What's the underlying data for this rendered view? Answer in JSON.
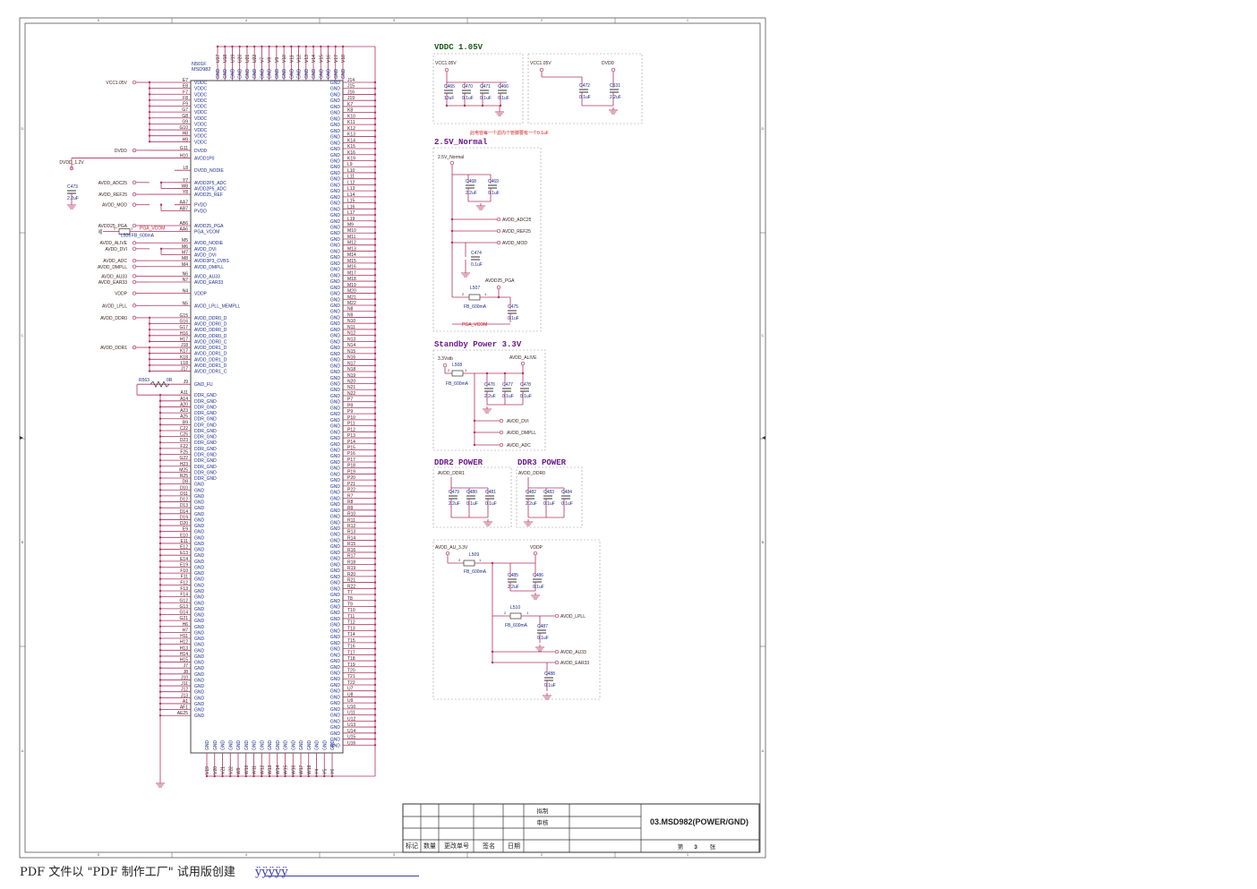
{
  "footer": {
    "text": "PDF 文件以 \"PDF 制作工厂\" 试用版创建",
    "link": "ÿÿÿÿÿ"
  },
  "frame": {
    "top_cols": [
      "5",
      "4",
      "3",
      "2",
      "1"
    ],
    "side_rows": [
      "D",
      "C",
      "B",
      "A"
    ]
  },
  "ic": {
    "ref": "N501F",
    "part": "MSD982"
  },
  "left_pins": [
    {
      "pin": "E7",
      "name": "VDDC"
    },
    {
      "pin": "E8",
      "name": "VDDC"
    },
    {
      "pin": "F7",
      "name": "VDDC"
    },
    {
      "pin": "F8",
      "name": "VDDC"
    },
    {
      "pin": "F9",
      "name": "VDDC"
    },
    {
      "pin": "G7",
      "name": "VDDC"
    },
    {
      "pin": "G8",
      "name": "VDDC"
    },
    {
      "pin": "G9",
      "name": "VDDC"
    },
    {
      "pin": "G10",
      "name": "VDDC"
    },
    {
      "pin": "H8",
      "name": "VDDC"
    },
    {
      "pin": "H9",
      "name": "VDDC"
    },
    {
      "pin": "G11",
      "name": "DVDD"
    },
    {
      "pin": "H10",
      "name": "AVDD1P0"
    },
    {
      "pin": "L8",
      "name": "DVDD_NODIE"
    },
    {
      "pin": "Y7",
      "name": "AVDD2P5_ADC"
    },
    {
      "pin": "W8",
      "name": "AVDD2P5_ADC"
    },
    {
      "pin": "Y8",
      "name": "AVDD25_REF"
    },
    {
      "pin": "AA7",
      "name": "PVDD"
    },
    {
      "pin": "AB7",
      "name": "PVDD"
    },
    {
      "pin": "AB6",
      "name": "AVDD25_PGA"
    },
    {
      "pin": "AA6",
      "name": "PGA_VCOM"
    },
    {
      "pin": "M5",
      "name": "AVDD_NODIE"
    },
    {
      "pin": "M6",
      "name": "AVDD_DVI"
    },
    {
      "pin": "M7",
      "name": "AVDD_DVI"
    },
    {
      "pin": "M8",
      "name": "AVDD3P3_CVBS"
    },
    {
      "pin": "M4",
      "name": "AVDD_DMPLL"
    },
    {
      "pin": "N6",
      "name": "AVDD_AU33"
    },
    {
      "pin": "N7",
      "name": "AVDD_EAR33"
    },
    {
      "pin": "N4",
      "name": "VDDP"
    },
    {
      "pin": "N5",
      "name": "AVDD_LPLL_MEMPLL"
    },
    {
      "pin": "G15",
      "name": "AVDD_DDR0_D"
    },
    {
      "pin": "G16",
      "name": "AVDD_DDR0_D"
    },
    {
      "pin": "G17",
      "name": "AVDD_DDR0_D"
    },
    {
      "pin": "H16",
      "name": "AVDD_DDR0_D"
    },
    {
      "pin": "H17",
      "name": "AVDD_DDR0_C"
    },
    {
      "pin": "J18",
      "name": "AVDD_DDR1_D"
    },
    {
      "pin": "K17",
      "name": "AVDD_DDR1_D"
    },
    {
      "pin": "K18",
      "name": "AVDD_DDR1_D"
    },
    {
      "pin": "L18",
      "name": "AVDD_DDR1_D"
    },
    {
      "pin": "J17",
      "name": "AVDD_DDR1_C"
    },
    {
      "pin": "J9",
      "name": "GND_FU"
    }
  ],
  "ddr_gnd_pins": [
    "A11",
    "A14",
    "A20",
    "A23",
    "A25",
    "B9",
    "C22",
    "C25",
    "D23",
    "F22",
    "F25",
    "G22",
    "H23",
    "M25",
    "R25"
  ],
  "gnd_pins_left": [
    "D8",
    "D10",
    "D11",
    "D12",
    "D13",
    "D14",
    "D19",
    "D20",
    "E9",
    "E10",
    "E11",
    "E12",
    "E13",
    "E14",
    "E19",
    "F10",
    "F11",
    "F12",
    "F13",
    "F14",
    "G12",
    "G13",
    "G14",
    "G21",
    "H6",
    "H7",
    "H11",
    "H12",
    "H13",
    "H14",
    "H15",
    "J7",
    "J8",
    "J10",
    "J11",
    "J12",
    "J13",
    "A1",
    "AF1",
    "AE25"
  ],
  "right_pins": [
    "J14",
    "J15",
    "J16",
    "J19",
    "K7",
    "K8",
    "K10",
    "K11",
    "K12",
    "K13",
    "K14",
    "K15",
    "K16",
    "K19",
    "L9",
    "L10",
    "L11",
    "L12",
    "L13",
    "L14",
    "L15",
    "L16",
    "L17",
    "L19",
    "M9",
    "M10",
    "M11",
    "M12",
    "M13",
    "M14",
    "M15",
    "M16",
    "M17",
    "M18",
    "M19",
    "M20",
    "M21",
    "M22",
    "N8",
    "N9",
    "N10",
    "N11",
    "N12",
    "N13",
    "N14",
    "N15",
    "N16",
    "N17",
    "N18",
    "N19",
    "N20",
    "N21",
    "N22",
    "P7",
    "P8",
    "P9",
    "P10",
    "P11",
    "P12",
    "P13",
    "P14",
    "P15",
    "P16",
    "P17",
    "P18",
    "P19",
    "P20",
    "P21",
    "P22",
    "R7",
    "R8",
    "R9",
    "R10",
    "R11",
    "R12",
    "R13",
    "R14",
    "R15",
    "R16",
    "R17",
    "R18",
    "R19",
    "R20",
    "R21",
    "R22",
    "T7",
    "T8",
    "T9",
    "T10",
    "T11",
    "T12",
    "T13",
    "T14",
    "T15",
    "T16",
    "T17",
    "T18",
    "T19",
    "T20",
    "T21",
    "T22",
    "U7",
    "U8",
    "U9",
    "U10",
    "U11",
    "U12",
    "U13",
    "U14",
    "U15",
    "U16"
  ],
  "top_pins": [
    "U17",
    "U18",
    "U19",
    "U20",
    "U21",
    "U22",
    "V7",
    "V8",
    "V9",
    "V10",
    "V11",
    "V12",
    "V13",
    "V14",
    "V15",
    "V16",
    "V17",
    "V18"
  ],
  "bottom_pins": [
    "V19",
    "V20",
    "V21",
    "V22",
    "W9",
    "W10",
    "W11",
    "W12",
    "W13",
    "W14",
    "W15",
    "W16",
    "W17",
    "W18",
    "Y4",
    "Y5",
    "Y6"
  ],
  "left_nets": [
    {
      "label": "VCC1.05V",
      "row": 0
    },
    {
      "label": "DVDD",
      "row": 11
    },
    {
      "label": "AVDD_ADC25",
      "row": 14
    },
    {
      "label": "AVDD_REF25",
      "row": 16
    },
    {
      "label": "AVDD_MOD",
      "row": 17
    },
    {
      "label": "AVDD25_PGA",
      "row": 19
    },
    {
      "label": "AVDD_ALIVE",
      "row": 21
    },
    {
      "label": "AVDD_DVI",
      "row": 22
    },
    {
      "label": "AVDD_ADC",
      "row": 24
    },
    {
      "label": "AVDD_DMPLL",
      "row": 25
    },
    {
      "label": "AVDD_AU33",
      "row": 26
    },
    {
      "label": "AVDD_EAR33",
      "row": 27
    },
    {
      "label": "VDDP",
      "row": 28
    },
    {
      "label": "AVDD_LPLL",
      "row": 29
    },
    {
      "label": "AVDD_DDR0",
      "row": 30
    },
    {
      "label": "AVDD_DDR1",
      "row": 35
    }
  ],
  "left_misc": {
    "dvdd12": "DVDD_1.2V",
    "c473": "C473",
    "c473v": "2.2uF",
    "l506": "L506",
    "l506v": "FB_600mA",
    "pga_vcom": "PGA_VCOM",
    "r563": "R563",
    "r563v": "0R",
    "pin2": "2",
    "pin1": "1"
  },
  "sections": {
    "vddc": {
      "title": "VDDC 1.05V",
      "net": "VCC1.05V",
      "net2": "VCC1.05V",
      "net3": "DVDD",
      "caps": [
        [
          "C465",
          "10uF"
        ],
        [
          "C470",
          "0.1uF"
        ],
        [
          "C471",
          "0.1uF"
        ],
        [
          "C466",
          "0.1uF"
        ]
      ],
      "caps2": [
        [
          "C472",
          "0.1uF"
        ],
        [
          "C531",
          "2.2uF"
        ]
      ],
      "note": "此电容每一个滤内个管脚要有一个0.1uF"
    },
    "v25": {
      "title": "2.5V_Normal",
      "net": "2.5V_Normal",
      "caps": [
        [
          "C468",
          "2.2uF"
        ],
        [
          "C469",
          "0.1uF"
        ]
      ],
      "c474": [
        "C474",
        "0.1uF"
      ],
      "outs": [
        "AVDD_ADC25",
        "AVDD_REF25",
        "AVDD_MOD"
      ],
      "pga": "AVDD25_PGA",
      "l507": [
        "L507",
        "FB_600mA"
      ],
      "c475": [
        "C475",
        "0.1uF"
      ],
      "vcom": "PGA_VCOM",
      "p2": "2",
      "p1": "1"
    },
    "stby": {
      "title": "Standby Power 3.3V",
      "net": "3.3Vstb",
      "alive": "AVDD_ALIVE",
      "l508": [
        "L508",
        "FB_600mA"
      ],
      "caps": [
        [
          "C476",
          "2.2uF"
        ],
        [
          "C477",
          "0.1uF"
        ],
        [
          "C478",
          "0.1uF"
        ]
      ],
      "outs": [
        "AVDD_DVI",
        "AVDD_DMPLL",
        "AVDD_ADC"
      ],
      "p2": "2",
      "p1": "1"
    },
    "ddr2": {
      "title": "DDR2 POWER",
      "net": "AVDD_DDR1",
      "caps": [
        [
          "C479",
          "2.2uF"
        ],
        [
          "C480",
          "0.1uF"
        ],
        [
          "C481",
          "0.1uF"
        ]
      ]
    },
    "ddr3": {
      "title": "DDR3 POWER",
      "net": "AVDD_DDR0",
      "caps": [
        [
          "C482",
          "2.2uF"
        ],
        [
          "C483",
          "0.1uF"
        ],
        [
          "C484",
          "0.1uF"
        ]
      ]
    },
    "au": {
      "net": "AVDD_AU_3.3V",
      "vddp": "VDDP",
      "l509": [
        "L509",
        "FB_600mA"
      ],
      "c485": [
        "C485",
        "2.2uF"
      ],
      "c486": [
        "C486",
        "0.1uF"
      ],
      "l510": [
        "L510",
        "FB_600mA"
      ],
      "c487": [
        "C487",
        "0.1uF"
      ],
      "c488": [
        "C488",
        "0.1uF"
      ],
      "lpll": "AVDD_LPLL",
      "au33": "AVDD_AU33",
      "ear33": "AVDD_EAR33",
      "p2": "2",
      "p1": "1"
    }
  },
  "title_block": {
    "drawn": "拟制",
    "check": "审核",
    "title": "03.MSD982(POWER/GND)",
    "sheet_a": "第",
    "sheet_n": "3",
    "sheet_b": "张",
    "cols": [
      "标记",
      "数量",
      "更改单号",
      "签名",
      "日期"
    ]
  },
  "gnd_label": "GND",
  "colors": {
    "wire": "#b03060",
    "ic": "#1a2a8a",
    "net": "#3a2020",
    "title": "#2a1460",
    "green": "#1a5a1a",
    "red": "#cc2020"
  }
}
